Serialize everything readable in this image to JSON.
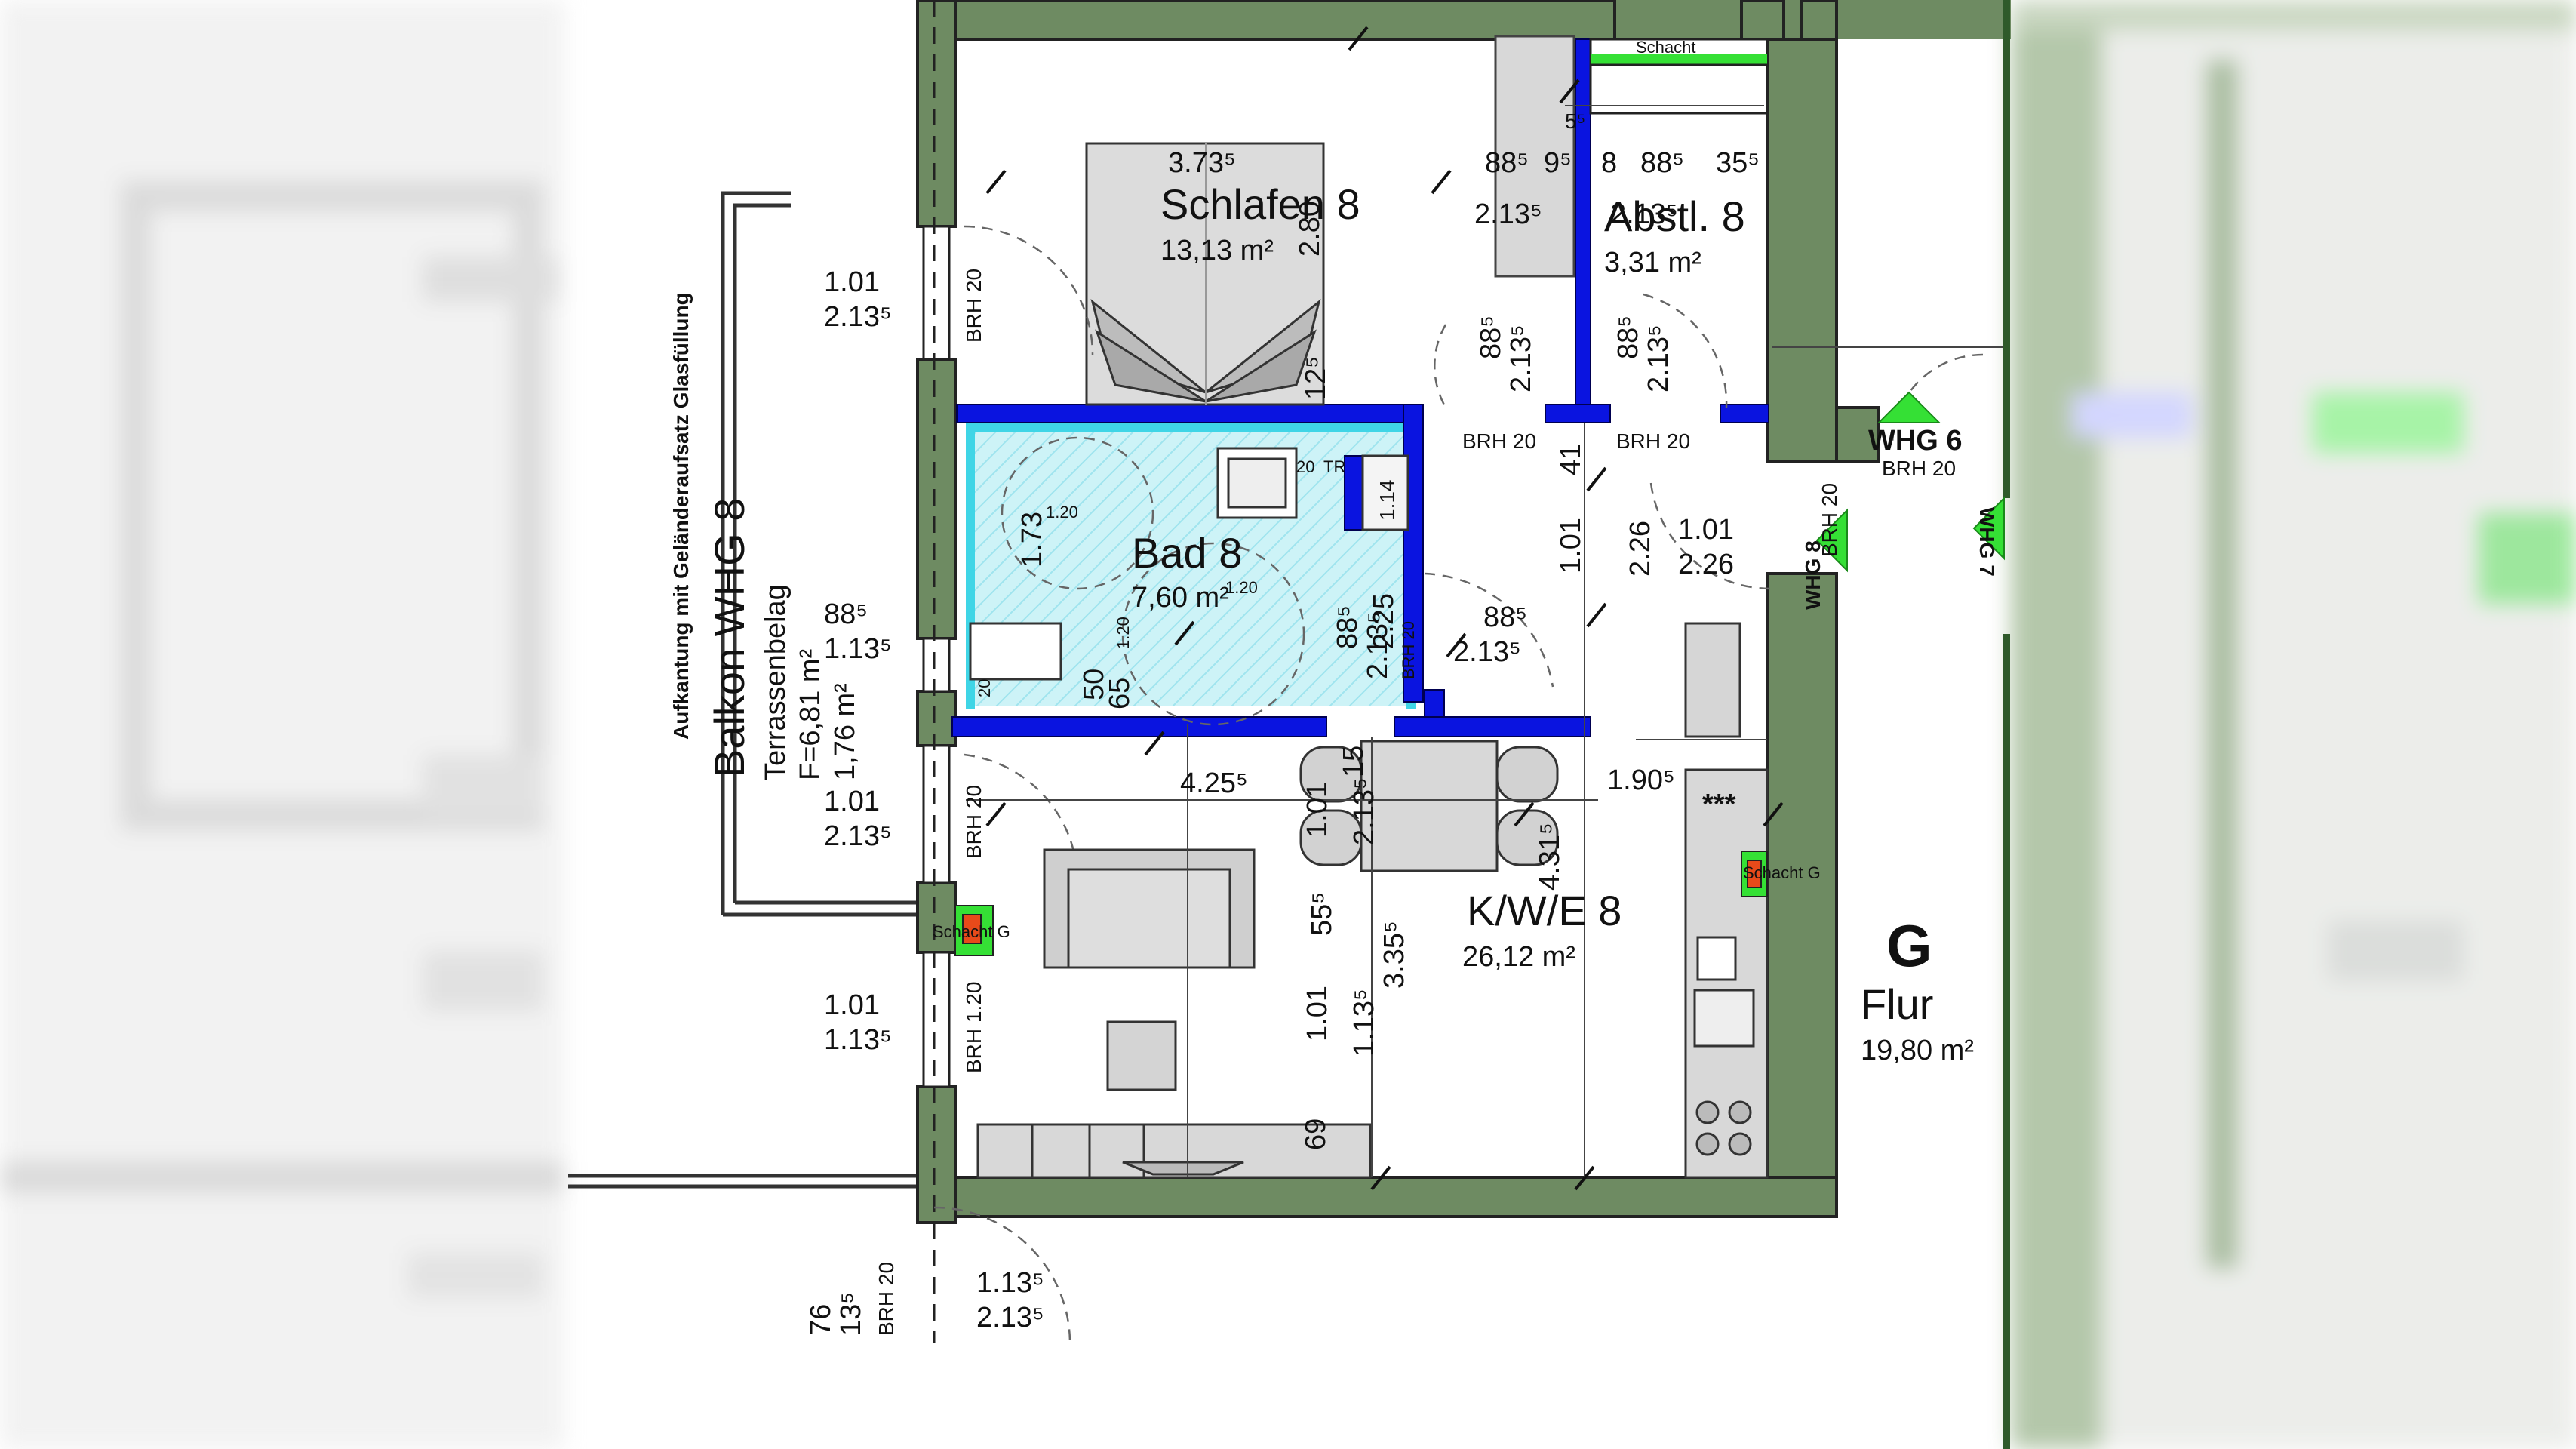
{
  "rooms": {
    "schlafen": {
      "name": "Schlafen 8",
      "area": "13,13 m²"
    },
    "abstell": {
      "name": "Abstl. 8",
      "area": "3,31 m²"
    },
    "bad": {
      "name": "Bad 8",
      "area": "7,60 m²"
    },
    "kwe": {
      "name": "K/W/E 8",
      "area": "26,12 m²"
    },
    "flur": {
      "name": "Flur",
      "area": "19,80 m²",
      "letter": "G"
    },
    "balkon": {
      "name": "Balkon WHG 8",
      "belag": "Terrassenbelag",
      "f": "F=6,81 m²",
      "area": "1,76 m²",
      "note": "Aufkantung mit Geländeraufsatz Glasfüllung"
    }
  },
  "labels": {
    "whg6": "WHG 6",
    "whg8_door": "WHG 8",
    "whg7_vertical": "WHG 7",
    "schacht": "Schacht",
    "schacht_g": "Schacht G",
    "tr": "TR",
    "stars": "***"
  },
  "dims": {
    "bed_width": "3.73⁵",
    "bed_280": "2.80",
    "abst_885a": "88⁵",
    "abst_95": "9⁵",
    "abst_8": "8",
    "abst_885b": "88⁵",
    "abst_355": "35⁵",
    "abst_2135a": "2.13⁵",
    "abst_2135b": "2.13⁵",
    "abst_55": "5⁵",
    "door_885_a": "88⁵",
    "door_2135_a": "2.13⁵",
    "door_885_b": "88⁵",
    "door_2135_b": "2.13⁵",
    "brh20_a": "BRH 20",
    "brh20_b": "BRH 20",
    "brh20_c": "BRH 20",
    "whg6_brh": "BRH 20",
    "entry_101": "1.01",
    "entry_226": "2.26",
    "v101": "1.01",
    "v226": "2.26",
    "v41": "41",
    "win1_101": "1.01",
    "win1_2135": "2.13⁵",
    "win1_brh": "BRH 20",
    "win2_885": "88⁵",
    "win2_1135": "1.13⁵",
    "win3_101": "1.01",
    "win3_2135": "2.13⁵",
    "win3_brh": "BRH 20",
    "win4_101": "1.01",
    "win4_1135": "1.13⁵",
    "win4_brh": "BRH 1.20",
    "bottom_76": "76",
    "bottom_135": "13⁵",
    "bottom_brh": "BRH 20",
    "bottom_1135": "1.13⁵",
    "bottom_2135": "2.13⁵",
    "bad_173": "1.73",
    "bad_120a": "1.20",
    "bad_120b": "1.20",
    "bad_120c": "1.20",
    "bad_50": "50",
    "bad_65": "65",
    "bad_20a": "20",
    "bad_20b": "20",
    "bad_125": "12⁵",
    "bad_114": "1.14",
    "bad_225": "2.25",
    "bad_885": "88⁵",
    "bad_2135": "2.13⁵",
    "bad_brh": "BRH 20",
    "door_bad_885": "88⁵",
    "door_bad_2135": "2.13⁵",
    "kwe_425": "4.25⁵",
    "kwe_15": "15",
    "kwe_1905": "1.90⁵",
    "kwe_4315": "4.31⁵",
    "kwe_101a": "1.01",
    "kwe_2135": "2.13⁵",
    "kwe_555": "55⁵",
    "kwe_3355": "3.35⁵",
    "kwe_101b": "1.01",
    "kwe_1135": "1.13⁵",
    "kwe_69": "69"
  },
  "colors": {
    "outer_wall": "#6e8b62",
    "blue_wall": "#0a14e0",
    "bath_fill": "#cdf3f7",
    "bath_border": "#3fd5e6",
    "green_marker": "#35e035",
    "schacht_red": "#e84a1a"
  }
}
